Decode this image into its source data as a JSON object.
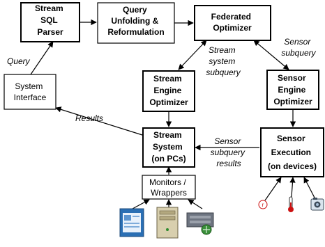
{
  "colors": {
    "stroke": "#000000",
    "background": "#ffffff",
    "thermometer_red": "#cc1111",
    "monitor_blue": "#2a6fb4",
    "server_beige": "#d8cfae",
    "device_gray": "#6d7480"
  },
  "nodes": {
    "stream_sql_parser": [
      "Stream",
      "SQL",
      "Parser"
    ],
    "query_unfolding": [
      "Query",
      "Unfolding &",
      "Reformulation"
    ],
    "federated_optimizer": [
      "Federated",
      "Optimizer"
    ],
    "system_interface": [
      "System",
      "Interface"
    ],
    "stream_engine_optimizer": [
      "Stream",
      "Engine",
      "Optimizer"
    ],
    "sensor_engine_optimizer": [
      "Sensor",
      "Engine",
      "Optimizer"
    ],
    "stream_system": [
      "Stream",
      "System",
      "(on PCs)"
    ],
    "sensor_execution": [
      "Sensor",
      "Execution",
      "(on devices)"
    ],
    "monitors_wrappers": [
      "Monitors /",
      "Wrappers"
    ]
  },
  "edge_labels": {
    "query": "Query",
    "results": "Results",
    "stream_system_subquery": [
      "Stream",
      "system",
      "subquery"
    ],
    "sensor_subquery": [
      "Sensor",
      "subquery"
    ],
    "sensor_subquery_results": [
      "Sensor",
      "subquery",
      "results"
    ]
  },
  "icons": {
    "data_sources": [
      "monitor-window-icon",
      "server-tower-icon",
      "network-device-icon"
    ],
    "sensors": [
      "rfid-tag-icon",
      "thermometer-icon",
      "camera-icon"
    ]
  }
}
